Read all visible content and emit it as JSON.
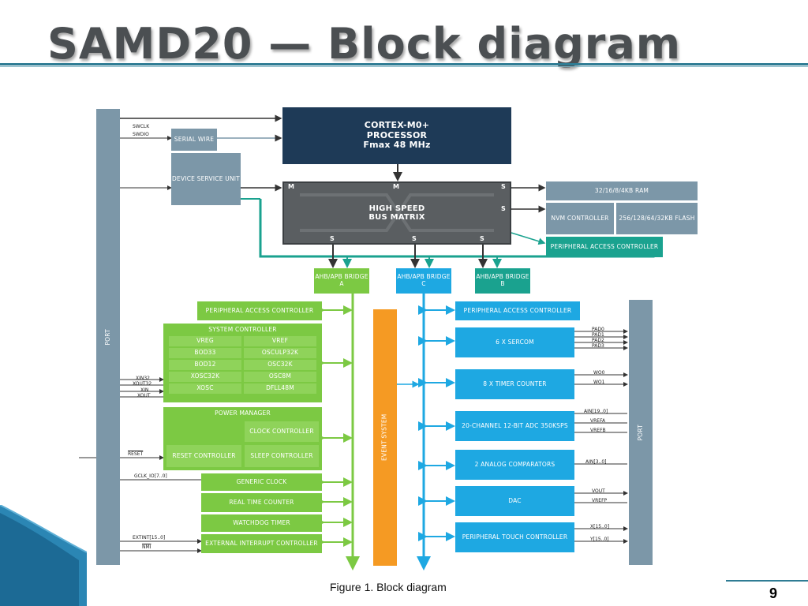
{
  "slide": {
    "title": "SAMD20 — Block diagram",
    "page_number": "9",
    "caption": "Figure 1. Block diagram"
  },
  "diagram": {
    "port_left": "PORT",
    "port_right": "PORT",
    "cpu": [
      "CORTEX-M0+",
      "PROCESSOR",
      "Fmax 48 MHz"
    ],
    "serial_wire": "SERIAL WIRE",
    "dsu": "DEVICE SERVICE UNIT",
    "bus_matrix": [
      "HIGH SPEED",
      "BUS MATRIX"
    ],
    "ram": "32/16/8/4KB RAM",
    "nvm": "NVM CONTROLLER",
    "flash": "256/128/64/32KB FLASH",
    "pac_top": "PERIPHERAL ACCESS CONTROLLER",
    "bridge_a": "AHB/APB BRIDGE A",
    "bridge_c": "AHB/APB BRIDGE C",
    "bridge_b": "AHB/APB BRIDGE B",
    "pac_a": "PERIPHERAL ACCESS CONTROLLER",
    "pac_c": "PERIPHERAL ACCESS CONTROLLER",
    "system_controller": "SYSTEM CONTROLLER",
    "sysctrl_cells": [
      "VREG",
      "VREF",
      "BOD33",
      "OSCULP32K",
      "BOD12",
      "OSC32K",
      "XOSC32K",
      "OSC8M",
      "XOSC",
      "DFLL48M"
    ],
    "power_manager": "POWER MANAGER",
    "clock_controller": "CLOCK CONTROLLER",
    "reset_controller": "RESET CONTROLLER",
    "sleep_controller": "SLEEP CONTROLLER",
    "generic_clock": "GENERIC CLOCK",
    "rtc": "REAL TIME COUNTER",
    "wdt": "WATCHDOG TIMER",
    "eic": "EXTERNAL INTERRUPT CONTROLLER",
    "event_system": "EVENT SYSTEM",
    "sercom": "6 x SERCOM",
    "tc": "8 x TIMER COUNTER",
    "adc": "20-CHANNEL 12-bit ADC 350KSPS",
    "ac": "2 ANALOG COMPARATORS",
    "dac": "DAC",
    "ptc": "PERIPHERAL TOUCH CONTROLLER",
    "bus_letters": {
      "m": "M",
      "s": "S"
    },
    "signals_left": {
      "swclk": "SWCLK",
      "swdio": "SWDIO",
      "xin32": "XIN32",
      "xout32": "XOUT32",
      "xin": "XIN",
      "xout": "XOUT",
      "reset": "RESET",
      "gclk": "GCLK_IO[7..0]",
      "extint": "EXTINT[15..0]",
      "nmi": "NMI"
    },
    "signals_right": {
      "pad0": "PAD0",
      "pad1": "PAD1",
      "pad2": "PAD2",
      "pad3": "PAD3",
      "wo0": "WO0",
      "wo1": "WO1",
      "ain": "AIN[19..0]",
      "vrefa": "VREFA",
      "vrefb": "VREFB",
      "ain_ac": "AIN[3..0]",
      "vout": "VOUT",
      "vrefp": "VREFP",
      "x": "X[15..0]",
      "y": "Y[15..0]"
    }
  },
  "colors": {
    "title_rule": "#2f7c94",
    "grey_block": "#7c97a8",
    "cpu_block": "#1e3a57",
    "teal_block": "#1aa28f",
    "green_block": "#7cc943",
    "blue_block": "#1ea8e2",
    "orange_block": "#f59a23"
  }
}
